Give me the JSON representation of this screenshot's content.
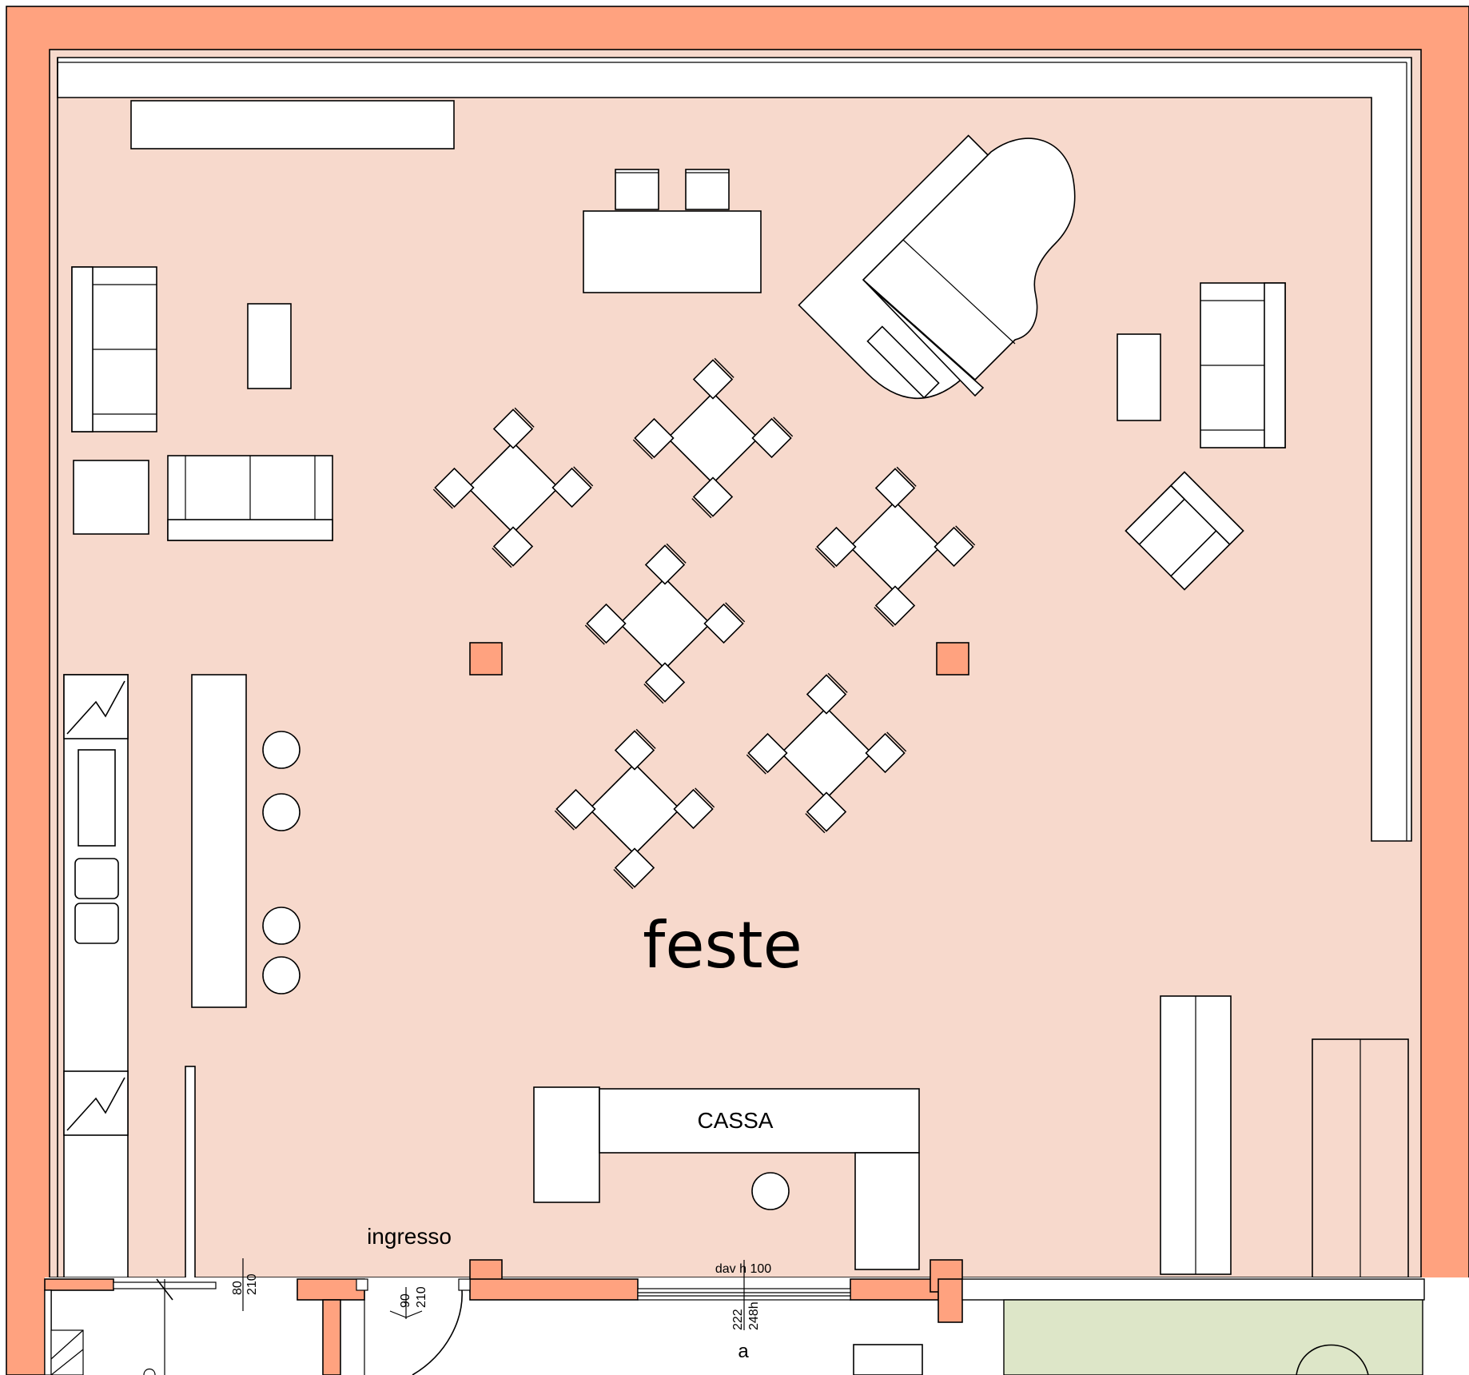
{
  "room": {
    "name": "feste"
  },
  "labels": {
    "cashier": "CASSA",
    "entrance": "ingresso",
    "window_sill": "dav h 100",
    "section_marker": "a"
  },
  "dimensions": {
    "door_left": {
      "width": "80",
      "height": "210"
    },
    "door_entrance": {
      "width": "90",
      "height": "210"
    },
    "window": {
      "width": "222",
      "height": "248h"
    }
  },
  "colors": {
    "wall": "#ffa27f",
    "floor": "#f7d9cc",
    "garden": "#dde6c8",
    "furniture": "#ffffff"
  }
}
